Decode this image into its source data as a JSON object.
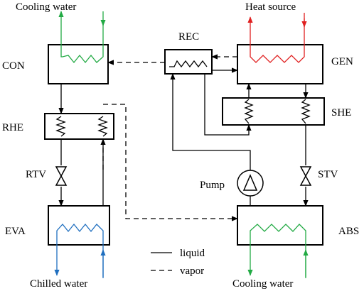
{
  "components": {
    "con": "CON",
    "rec": "REC",
    "gen": "GEN",
    "rhe": "RHE",
    "she": "SHE",
    "rtv": "RTV",
    "stv": "STV",
    "pump": "Pump",
    "eva": "EVA",
    "abs": "ABS"
  },
  "streams": {
    "cooling_water_top": "Cooling water",
    "heat_source": "Heat source",
    "chilled_water": "Chilled water",
    "cooling_water_bottom": "Cooling water"
  },
  "legend": {
    "liquid": "liquid",
    "vapor": "vapor"
  },
  "colors": {
    "cooling_water": "#22aa44",
    "heat_source": "#e02020",
    "chilled_water": "#1f6fbf",
    "lines": "#000000"
  }
}
